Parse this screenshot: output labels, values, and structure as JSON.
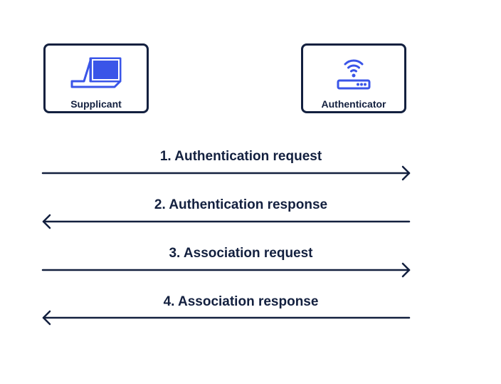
{
  "nodes": {
    "supplicant": {
      "label": "Supplicant",
      "icon": "laptop-icon"
    },
    "authenticator": {
      "label": "Authenticator",
      "icon": "wifi-router-icon"
    }
  },
  "messages": [
    {
      "label": "1. Authentication request",
      "direction": "right"
    },
    {
      "label": "2. Authentication response",
      "direction": "left"
    },
    {
      "label": "3. Association request",
      "direction": "right"
    },
    {
      "label": "4. Association response",
      "direction": "left"
    }
  ],
  "colors": {
    "ink": "#13203f",
    "accent": "#3a55e8"
  }
}
